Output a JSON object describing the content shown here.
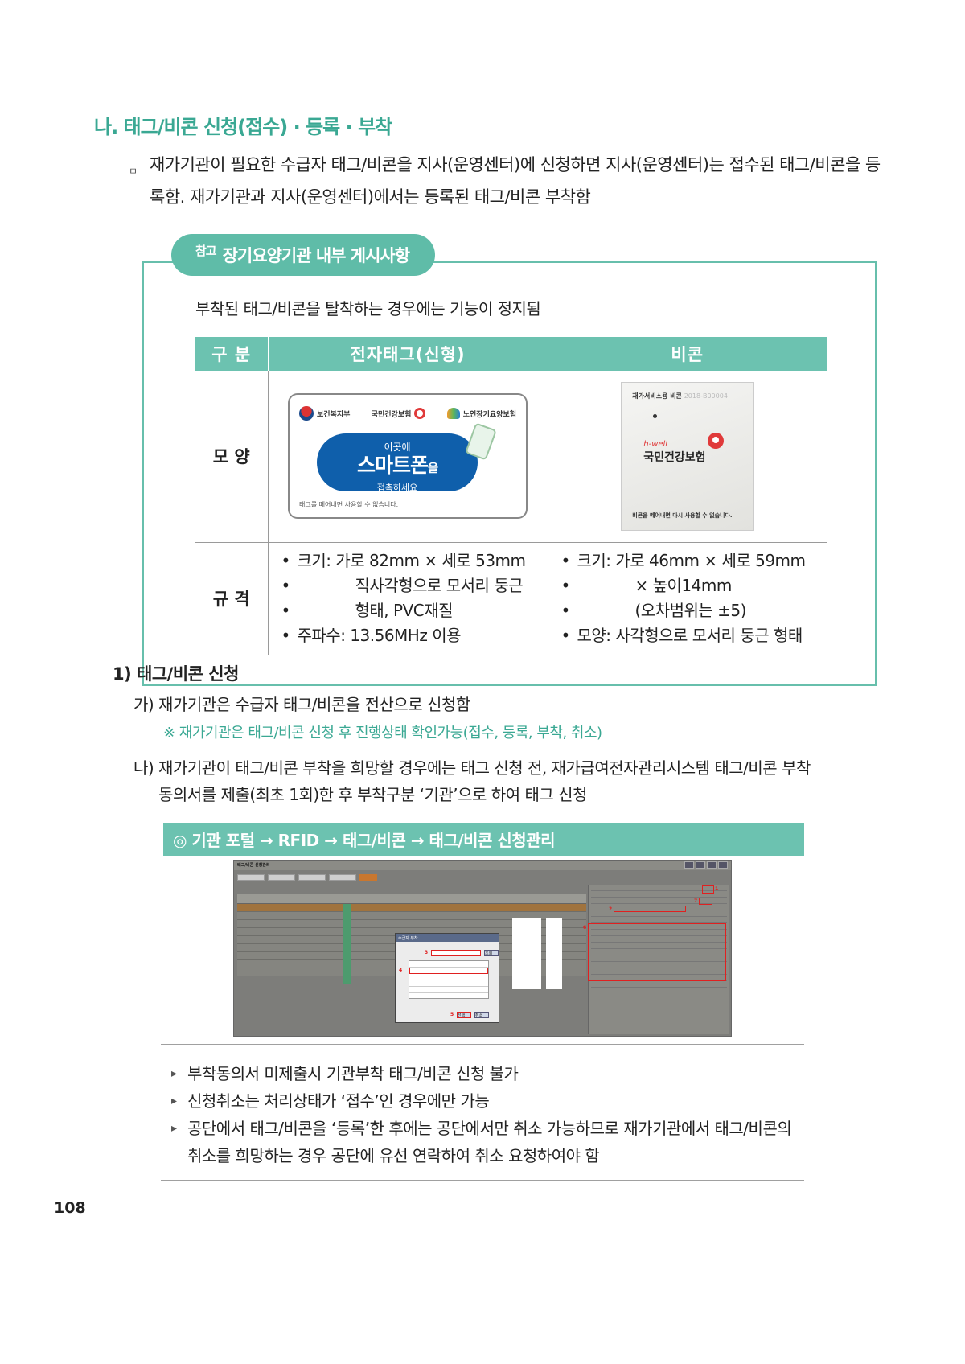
{
  "section": {
    "title": "나. 태그/비콘 신청(접수) · 등록 · 부착",
    "intro_bullet": "ㅁ",
    "intro_text": "재가기관이 필요한 수급자 태그/비콘을 지사(운영센터)에 신청하면 지사(운영센터)는 접수된 태그/비콘을 등록함. 재가기관과 지사(운영센터)에서는 등록된 태그/비콘 부착함"
  },
  "reference": {
    "tab_small": "참고",
    "tab_title": "장기요양기관 내부 게시사항",
    "note": "부착된 태그/비콘을 탈착하는 경우에는 기능이 정지됨",
    "headers": [
      "구  분",
      "전자태그(신형)",
      "비콘"
    ],
    "row_shape_label": "모  양",
    "row_spec_label": "규  격",
    "tag_image": {
      "logo1": "보건복지부",
      "logo2": "국민건강보험",
      "logo3": "노인장기요양보험",
      "line1": "이곳에",
      "line2": "스마트폰",
      "line2_suffix": "을",
      "line3": "접촉하세요",
      "footer": "태그를 떼어내면 사용할 수 없습니다."
    },
    "beacon_image": {
      "top_label": "재가서비스용 비콘",
      "serial": "2018-B00004",
      "brand_small": "h-well",
      "brand": "국민건강보험",
      "bottom": "비콘을 떼어내면 다시 사용할 수 없습니다."
    },
    "tag_spec": {
      "size_label": "크기: 가로 82mm × 세로 53mm",
      "size_l2": "직사각형으로 모서리 둥근",
      "size_l3": "형태, PVC재질",
      "freq": "주파수: 13.56MHz 이용"
    },
    "beacon_spec": {
      "size_label": "크기: 가로 46mm × 세로 59mm",
      "size_l2": "× 높이14mm",
      "size_l3": "(오차범위는 ±5)",
      "shape": "모양: 사각형으로 모서리 둥근 형태"
    }
  },
  "apply": {
    "heading": "1) 태그/비콘 신청",
    "step_a": "가) 재가기관은 수급자 태그/비콘을 전산으로 신청함",
    "step_a_note": "※ 재가기관은 태그/비콘 신청 후 진행상태 확인가능(접수, 등록, 부착, 취소)",
    "step_b_l1": "나) 재가기관이 태그/비콘 부착을 희망할 경우에는 태그 신청 전, 재가급여전자관리시스템 태그/비콘 부착",
    "step_b_l2": "동의서를 제출(최초 1회)한 후 부착구분 ‘기관’으로 하여 태그 신청",
    "path_bar": "◎  기관 포털 → RFID → 태그/비콘 → 태그/비콘 신청관리"
  },
  "screenshot": {
    "window_title": "태그/비콘 신청관리",
    "dialog_title": "수급자 부착",
    "ok_button": "선택",
    "cancel_button": "취소",
    "search_button": "조회",
    "markers": [
      "1",
      "2",
      "3",
      "4",
      "5",
      "6",
      "7"
    ]
  },
  "tips": [
    "부착동의서 미제출시 기관부착 태그/비콘 신청 불가",
    "신청취소는 처리상태가 ‘접수’인 경우에만 가능",
    "공단에서 태그/비콘을 ‘등록’한 후에는 공단에서만 취소 가능하므로 재가기관에서 태그/비콘의",
    "취소를 희망하는 경우 공단에 유선 연락하여 취소 요청하여야 함"
  ],
  "page_number": "108"
}
